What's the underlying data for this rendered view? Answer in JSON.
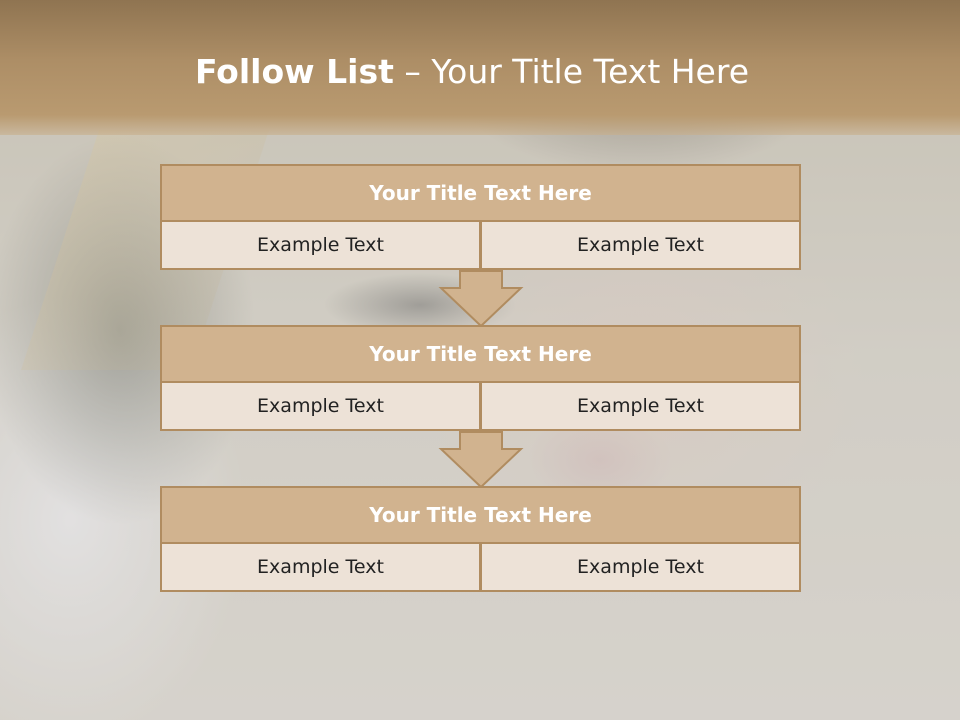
{
  "slide": {
    "title_bold": "Follow List",
    "title_rest": "– Your Title Text Here"
  },
  "colors": {
    "banner": "#ad8e66",
    "block_header": "#d1b38f",
    "block_cell": "#ede2d7",
    "border": "#b08c60"
  },
  "steps": [
    {
      "title": "Your Title Text Here",
      "left_text": "Example Text",
      "right_text": "Example Text"
    },
    {
      "title": "Your Title Text Here",
      "left_text": "Example Text",
      "right_text": "Example Text"
    },
    {
      "title": "Your Title Text Here",
      "left_text": "Example Text",
      "right_text": "Example Text"
    }
  ],
  "connectors": [
    "down-arrow-icon",
    "down-arrow-icon"
  ]
}
